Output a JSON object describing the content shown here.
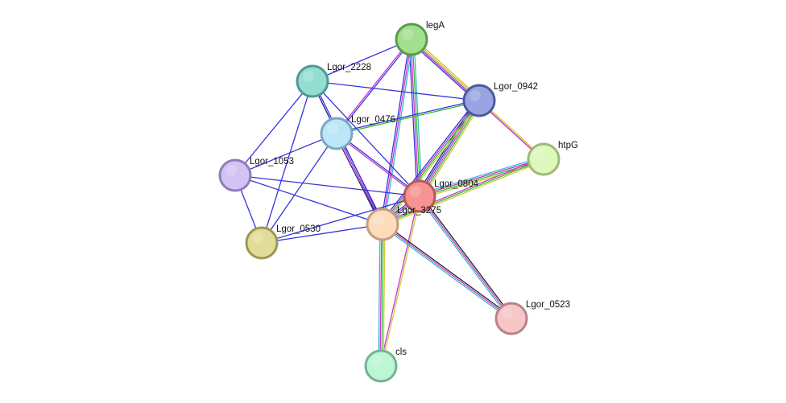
{
  "network": {
    "nodes": [
      {
        "id": "legA",
        "label": "legA",
        "fill": "#a2e08f",
        "stroke": "#5b9a4c"
      },
      {
        "id": "Lgor_2228",
        "label": "Lgor_2228",
        "fill": "#93ddd2",
        "stroke": "#4f9a90"
      },
      {
        "id": "Lgor_0942",
        "label": "Lgor_0942",
        "fill": "#9aa4e2",
        "stroke": "#4e5999"
      },
      {
        "id": "Lgor_0476",
        "label": "Lgor_0476",
        "fill": "#bde6f9",
        "stroke": "#7aa8c0"
      },
      {
        "id": "htpG",
        "label": "htpG",
        "fill": "#ddf7bc",
        "stroke": "#9cba78"
      },
      {
        "id": "Lgor_1053",
        "label": "Lgor_1053",
        "fill": "#d3c3f3",
        "stroke": "#8f7cbb"
      },
      {
        "id": "Lgor_0804",
        "label": "Lgor_0804",
        "fill": "#f59493",
        "stroke": "#b65957"
      },
      {
        "id": "Lgor_3275",
        "label": "Lgor_3275",
        "fill": "#fddcbe",
        "stroke": "#c29f7f"
      },
      {
        "id": "Lgor_0530",
        "label": "Lgor_0530",
        "fill": "#e1dd98",
        "stroke": "#9c9855"
      },
      {
        "id": "Lgor_0523",
        "label": "Lgor_0523",
        "fill": "#f6c6c8",
        "stroke": "#b88487"
      },
      {
        "id": "cls",
        "label": "cls",
        "fill": "#bcf6d4",
        "stroke": "#73b48f"
      }
    ],
    "edges": [
      {
        "source": "legA",
        "target": "Lgor_2228",
        "colors": [
          "#3333dd"
        ]
      },
      {
        "source": "legA",
        "target": "Lgor_0476",
        "colors": [
          "#3333dd",
          "#cc33cc"
        ]
      },
      {
        "source": "legA",
        "target": "Lgor_0942",
        "colors": [
          "#cccc33",
          "#33bb33",
          "#cc33cc",
          "#3333dd"
        ]
      },
      {
        "source": "legA",
        "target": "htpG",
        "colors": [
          "#cccc33",
          "#cc33cc"
        ]
      },
      {
        "source": "legA",
        "target": "Lgor_0804",
        "colors": [
          "#33bbcc",
          "#33bb33",
          "#cc33cc",
          "#3333dd"
        ]
      },
      {
        "source": "legA",
        "target": "Lgor_3275",
        "colors": [
          "#33bbcc",
          "#cc33cc",
          "#3333dd"
        ]
      },
      {
        "source": "Lgor_2228",
        "target": "Lgor_0942",
        "colors": [
          "#3333dd"
        ]
      },
      {
        "source": "Lgor_2228",
        "target": "Lgor_1053",
        "colors": [
          "#3333dd"
        ]
      },
      {
        "source": "Lgor_2228",
        "target": "Lgor_0530",
        "colors": [
          "#3333dd"
        ]
      },
      {
        "source": "Lgor_2228",
        "target": "Lgor_0804",
        "colors": [
          "#3333dd"
        ]
      },
      {
        "source": "Lgor_2228",
        "target": "Lgor_3275",
        "colors": [
          "#3333dd",
          "#222288"
        ]
      },
      {
        "source": "Lgor_0476",
        "target": "Lgor_0942",
        "colors": [
          "#3333dd",
          "#33bb33"
        ]
      },
      {
        "source": "Lgor_0476",
        "target": "Lgor_1053",
        "colors": [
          "#3333dd"
        ]
      },
      {
        "source": "Lgor_0476",
        "target": "Lgor_0530",
        "colors": [
          "#3333dd"
        ]
      },
      {
        "source": "Lgor_0476",
        "target": "Lgor_0804",
        "colors": [
          "#3333dd",
          "#cc33cc"
        ]
      },
      {
        "source": "Lgor_0476",
        "target": "Lgor_3275",
        "colors": [
          "#3333dd",
          "#cc33cc",
          "#222288"
        ]
      },
      {
        "source": "Lgor_0942",
        "target": "htpG",
        "colors": [
          "#cccc33",
          "#cc33cc"
        ]
      },
      {
        "source": "Lgor_0942",
        "target": "Lgor_0804",
        "colors": [
          "#cccc33",
          "#33bb33",
          "#cc33cc",
          "#3333dd",
          "#222288"
        ]
      },
      {
        "source": "Lgor_0942",
        "target": "Lgor_3275",
        "colors": [
          "#cccc33",
          "#33bb33",
          "#cc33cc",
          "#3333dd"
        ]
      },
      {
        "source": "htpG",
        "target": "Lgor_0804",
        "colors": [
          "#cccc33",
          "#33bb33",
          "#cc33cc",
          "#33bbcc"
        ]
      },
      {
        "source": "htpG",
        "target": "Lgor_3275",
        "colors": [
          "#cccc33",
          "#33bb33",
          "#cc33cc"
        ]
      },
      {
        "source": "Lgor_1053",
        "target": "Lgor_0530",
        "colors": [
          "#3333dd"
        ]
      },
      {
        "source": "Lgor_1053",
        "target": "Lgor_0804",
        "colors": [
          "#3333dd"
        ]
      },
      {
        "source": "Lgor_1053",
        "target": "Lgor_3275",
        "colors": [
          "#3333dd"
        ]
      },
      {
        "source": "Lgor_0530",
        "target": "Lgor_0804",
        "colors": [
          "#3333dd"
        ]
      },
      {
        "source": "Lgor_0530",
        "target": "Lgor_3275",
        "colors": [
          "#3333dd"
        ]
      },
      {
        "source": "Lgor_0804",
        "target": "Lgor_3275",
        "colors": [
          "#33bbcc",
          "#cc33cc",
          "#3333dd"
        ]
      },
      {
        "source": "Lgor_0804",
        "target": "Lgor_0523",
        "colors": [
          "#222222",
          "#cc33cc",
          "#33bbcc"
        ]
      },
      {
        "source": "Lgor_0804",
        "target": "cls",
        "colors": [
          "#cccc33",
          "#cc33cc"
        ]
      },
      {
        "source": "Lgor_3275",
        "target": "Lgor_0523",
        "colors": [
          "#222222",
          "#cc33cc",
          "#33bbcc"
        ]
      },
      {
        "source": "Lgor_3275",
        "target": "cls",
        "colors": [
          "#cccc33",
          "#33bb33",
          "#cc33cc",
          "#33bbcc"
        ]
      }
    ]
  }
}
